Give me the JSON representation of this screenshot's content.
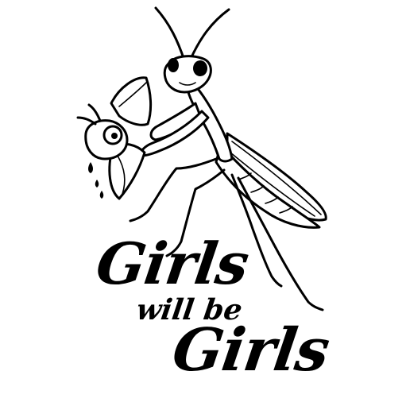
{
  "caption": {
    "line1": "Girls",
    "line2": "will be",
    "line3": "Girls"
  },
  "colors": {
    "ink": "#000000",
    "background": "#ffffff"
  },
  "illustration": {
    "subject": "praying-mantis-illustration"
  }
}
